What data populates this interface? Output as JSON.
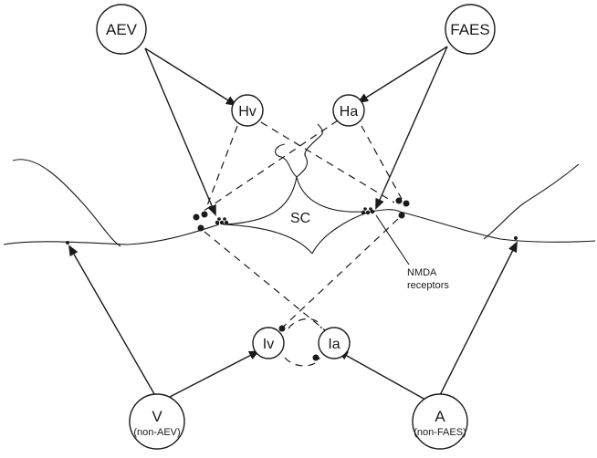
{
  "nodes": {
    "aev": {
      "label": "AEV"
    },
    "faes": {
      "label": "FAES"
    },
    "hv": {
      "label": "Hv"
    },
    "ha": {
      "label": "Ha"
    },
    "iv": {
      "label": "Iv"
    },
    "ia": {
      "label": "Ia"
    },
    "v": {
      "label": "V",
      "sublabel": "(non-AEV)"
    },
    "a": {
      "label": "A",
      "sublabel": "(non-FAES)"
    }
  },
  "regions": {
    "sc": "SC"
  },
  "annotations": {
    "nmda_line1": "NMDA",
    "nmda_line2": "receptors"
  }
}
